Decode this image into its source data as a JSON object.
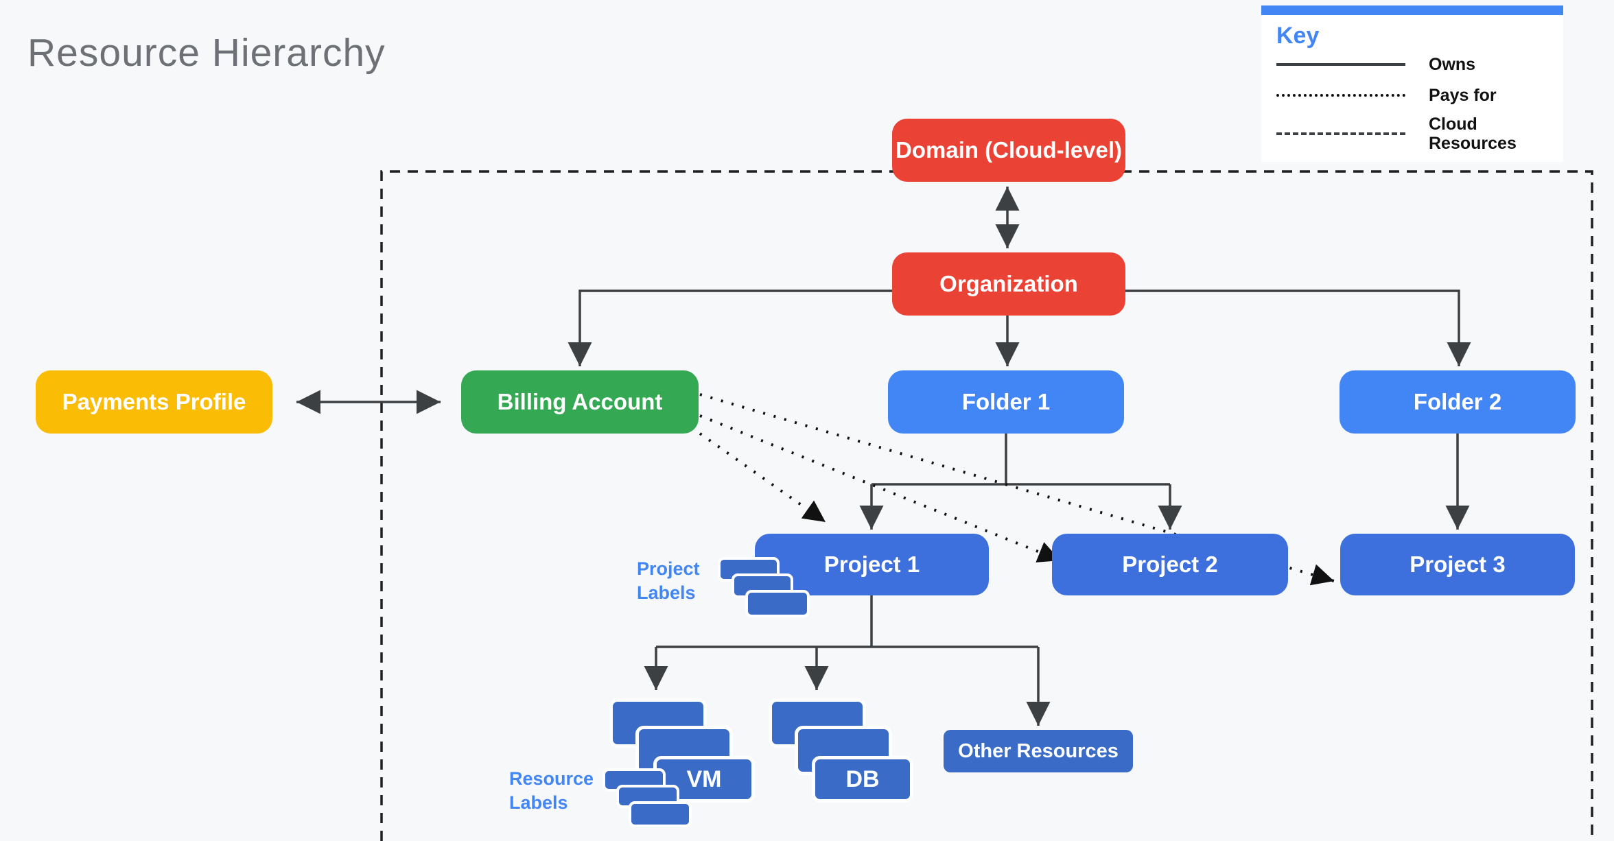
{
  "title": "Resource Hierarchy",
  "legend": {
    "heading": "Key",
    "items": [
      {
        "name": "owns",
        "line_style": "solid",
        "label": "Owns"
      },
      {
        "name": "pays-for",
        "line_style": "dotted",
        "label": "Pays for"
      },
      {
        "name": "cloud-resources",
        "line_style": "dashed",
        "label": "Cloud Resources"
      }
    ]
  },
  "nodes": {
    "domain": {
      "label": "Domain (Cloud-level)",
      "color": "#ea4335"
    },
    "organization": {
      "label": "Organization",
      "color": "#ea4335"
    },
    "payments_profile": {
      "label": "Payments Profile",
      "color": "#fbbc05"
    },
    "billing_account": {
      "label": "Billing Account",
      "color": "#34a853"
    },
    "folder1": {
      "label": "Folder 1",
      "color": "#4285f4"
    },
    "folder2": {
      "label": "Folder 2",
      "color": "#4285f4"
    },
    "project1": {
      "label": "Project 1",
      "color": "#3d70dc"
    },
    "project2": {
      "label": "Project 2",
      "color": "#3d70dc"
    },
    "project3": {
      "label": "Project 3",
      "color": "#3d70dc"
    },
    "vm": {
      "label": "VM",
      "color": "#3a6bc6"
    },
    "db": {
      "label": "DB",
      "color": "#3a6bc6"
    },
    "other_resources": {
      "label": "Other Resources",
      "color": "#3a6bc6"
    }
  },
  "annotations": {
    "project_labels": "Project Labels",
    "resource_labels": "Resource Labels"
  },
  "edges": {
    "bidirectional": [
      [
        "Domain (Cloud-level)",
        "Organization"
      ],
      [
        "Payments Profile",
        "Billing Account"
      ]
    ],
    "owns": [
      [
        "Organization",
        "Billing Account"
      ],
      [
        "Organization",
        "Folder 1"
      ],
      [
        "Organization",
        "Folder 2"
      ],
      [
        "Folder 1",
        "Project 1"
      ],
      [
        "Folder 1",
        "Project 2"
      ],
      [
        "Folder 2",
        "Project 3"
      ],
      [
        "Project 1",
        "VM"
      ],
      [
        "Project 1",
        "DB"
      ],
      [
        "Project 1",
        "Other Resources"
      ]
    ],
    "pays_for": [
      [
        "Billing Account",
        "Project 1"
      ],
      [
        "Billing Account",
        "Project 2"
      ],
      [
        "Billing Account",
        "Project 3"
      ]
    ],
    "cloud_resources_boundary": "dashed rectangle enclosing Domain, Organization, Billing Account, Folders, Projects and resources"
  },
  "colors": {
    "background": "#f6f8fa",
    "red": "#ea4335",
    "green": "#34a853",
    "yellow": "#fbbc05",
    "folder_blue": "#4285f4",
    "project_blue": "#3d70dc",
    "resource_blue": "#3a6bc6",
    "connector_gray": "#3c4043",
    "dotted_black": "#111111",
    "boundary_black": "#1f1f1f",
    "annotation_blue": "#4285f4",
    "legend_bar_blue": "#4285f4",
    "title_gray": "#6d7175"
  }
}
